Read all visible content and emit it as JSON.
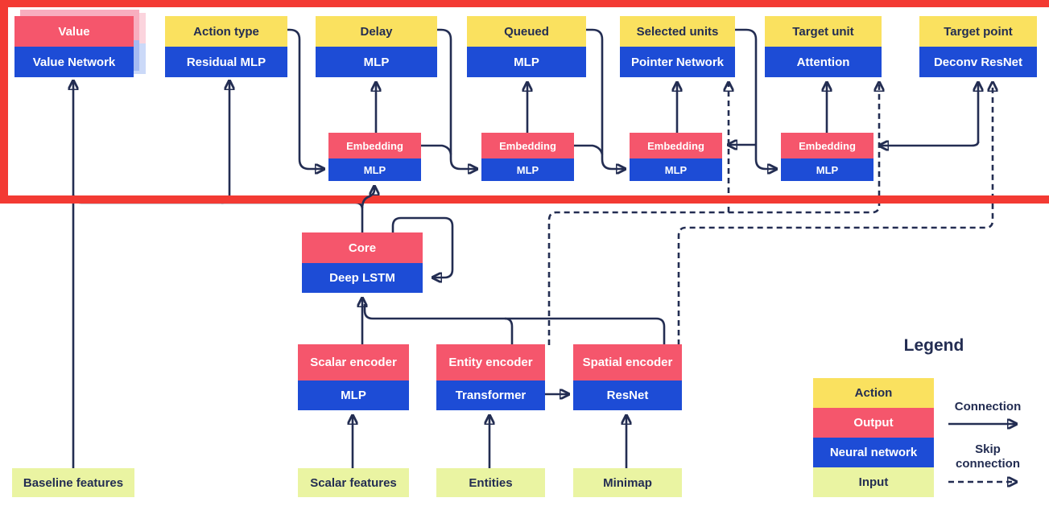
{
  "heads": [
    {
      "action": "Value",
      "network": "Value Network"
    },
    {
      "action": "Action type",
      "network": "Residual MLP"
    },
    {
      "action": "Delay",
      "network": "MLP"
    },
    {
      "action": "Queued",
      "network": "MLP"
    },
    {
      "action": "Selected units",
      "network": "Pointer Network"
    },
    {
      "action": "Target unit",
      "network": "Attention"
    },
    {
      "action": "Target point",
      "network": "Deconv ResNet"
    }
  ],
  "embeddings": [
    {
      "label": "Embedding",
      "network": "MLP"
    },
    {
      "label": "Embedding",
      "network": "MLP"
    },
    {
      "label": "Embedding",
      "network": "MLP"
    },
    {
      "label": "Embedding",
      "network": "MLP"
    }
  ],
  "core": {
    "label": "Core",
    "network": "Deep LSTM"
  },
  "encoders": [
    {
      "label": "Scalar encoder",
      "network": "MLP"
    },
    {
      "label": "Entity encoder",
      "network": "Transformer"
    },
    {
      "label": "Spatial encoder",
      "network": "ResNet"
    }
  ],
  "inputs": [
    {
      "label": "Baseline features"
    },
    {
      "label": "Scalar features"
    },
    {
      "label": "Entities"
    },
    {
      "label": "Minimap"
    }
  ],
  "legend": {
    "title": "Legend",
    "items": [
      {
        "label": "Action",
        "type": "action"
      },
      {
        "label": "Output",
        "type": "output"
      },
      {
        "label": "Neural network",
        "type": "network"
      },
      {
        "label": "Input",
        "type": "input"
      }
    ],
    "connection_label": "Connection",
    "skip_connection_label": "Skip connection"
  },
  "colors": {
    "action_yellow": "#FAE15F",
    "output_pink": "#F5566C",
    "network_blue": "#1D4CD6",
    "input_green": "#EAF4A2",
    "wire_navy": "#232D52",
    "highlight_red": "#F33A33",
    "background": "#FFFFFF"
  }
}
